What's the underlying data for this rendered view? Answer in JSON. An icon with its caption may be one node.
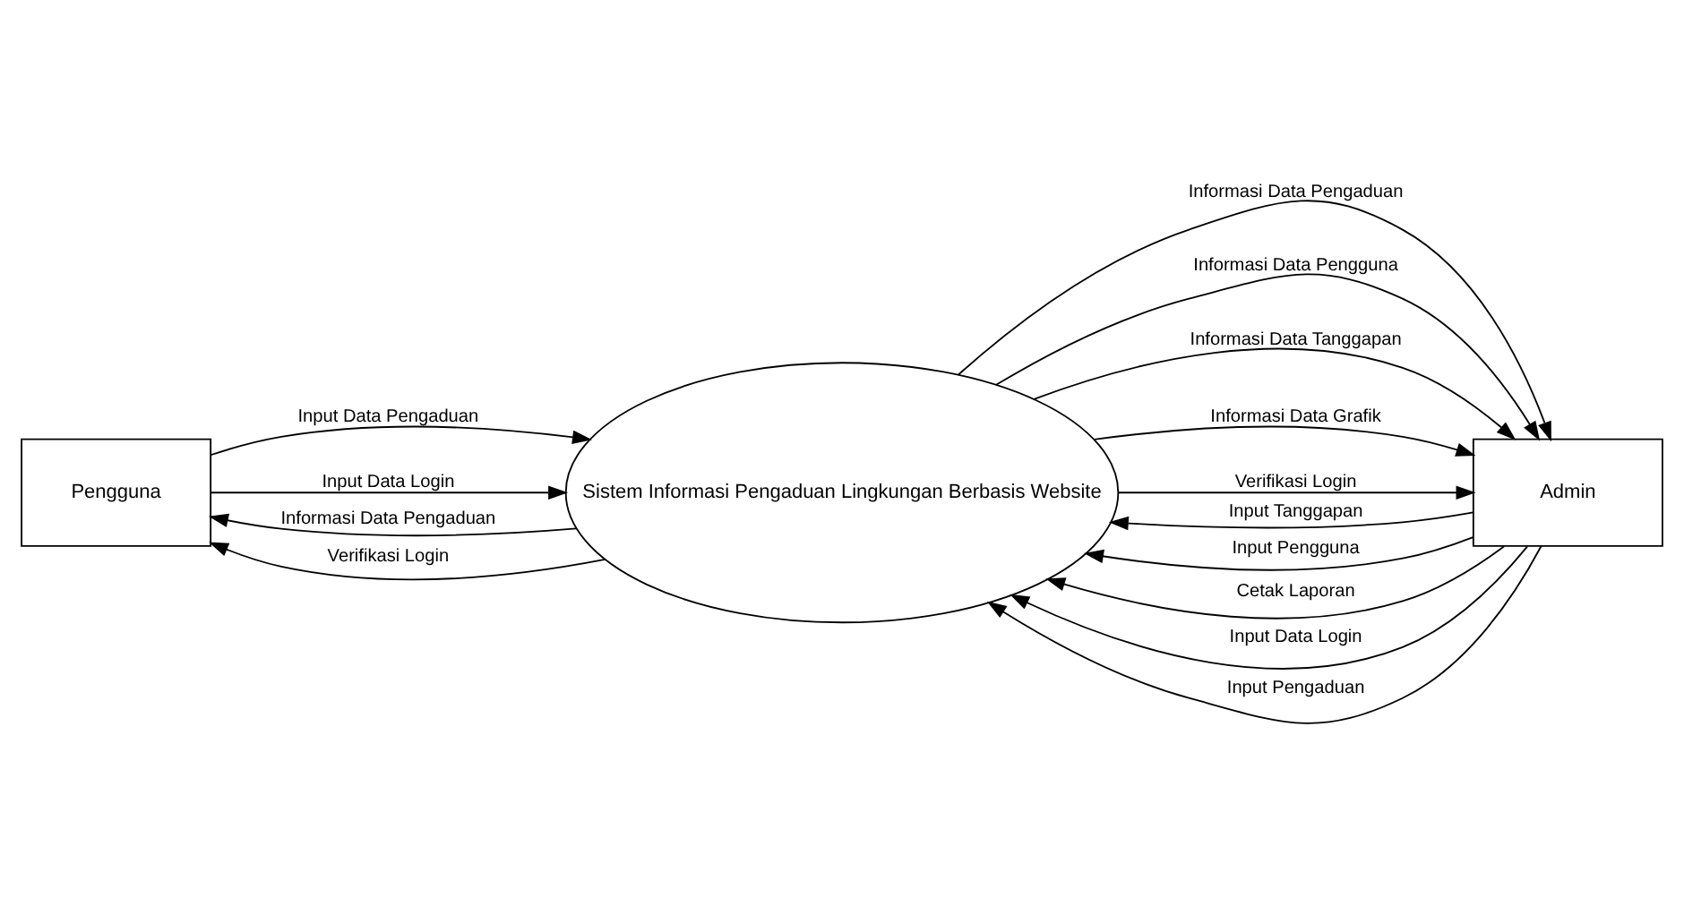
{
  "diagram": {
    "nodes": [
      {
        "text": [
          "Pengguna"
        ]
      },
      {
        "text": [
          "Sistem Informasi Pengaduan Lingkungan Berbasis Website"
        ]
      },
      {
        "text": [
          "Admin"
        ]
      }
    ],
    "edges": [
      {
        "from": 1,
        "to": 0,
        "arrow": "to",
        "label": "Informasi Data Pengaduan"
      },
      {
        "from": 1,
        "to": 0,
        "arrow": "to",
        "label": "Verifikasi Login"
      },
      {
        "from": 0,
        "to": 1,
        "arrow": "to",
        "label": "Input Data Pengaduan"
      },
      {
        "from": 0,
        "to": 1,
        "arrow": "to",
        "label": "Input Data Login"
      },
      {
        "from": 1,
        "to": 2,
        "arrow": "to",
        "label": "Informasi Data Pengaduan"
      },
      {
        "from": 1,
        "to": 2,
        "arrow": "to",
        "label": "Informasi Data Pengguna"
      },
      {
        "from": 1,
        "to": 2,
        "arrow": "to",
        "label": "Informasi Data Tanggapan"
      },
      {
        "from": 1,
        "to": 2,
        "arrow": "to",
        "label": "Informasi Data Grafik"
      },
      {
        "from": 1,
        "to": 2,
        "arrow": "to",
        "label": "Verifikasi Login"
      },
      {
        "from": 2,
        "to": 1,
        "arrow": "to",
        "label": "Input Tanggapan"
      },
      {
        "from": 2,
        "to": 1,
        "arrow": "to",
        "label": "Input Pengguna"
      },
      {
        "from": 2,
        "to": 1,
        "arrow": "to",
        "label": "Cetak Laporan"
      },
      {
        "from": 2,
        "to": 1,
        "arrow": "to",
        "label": "Input Data Login"
      },
      {
        "from": 2,
        "to": 1,
        "arrow": "to",
        "label": "Input Pengaduan"
      }
    ]
  }
}
